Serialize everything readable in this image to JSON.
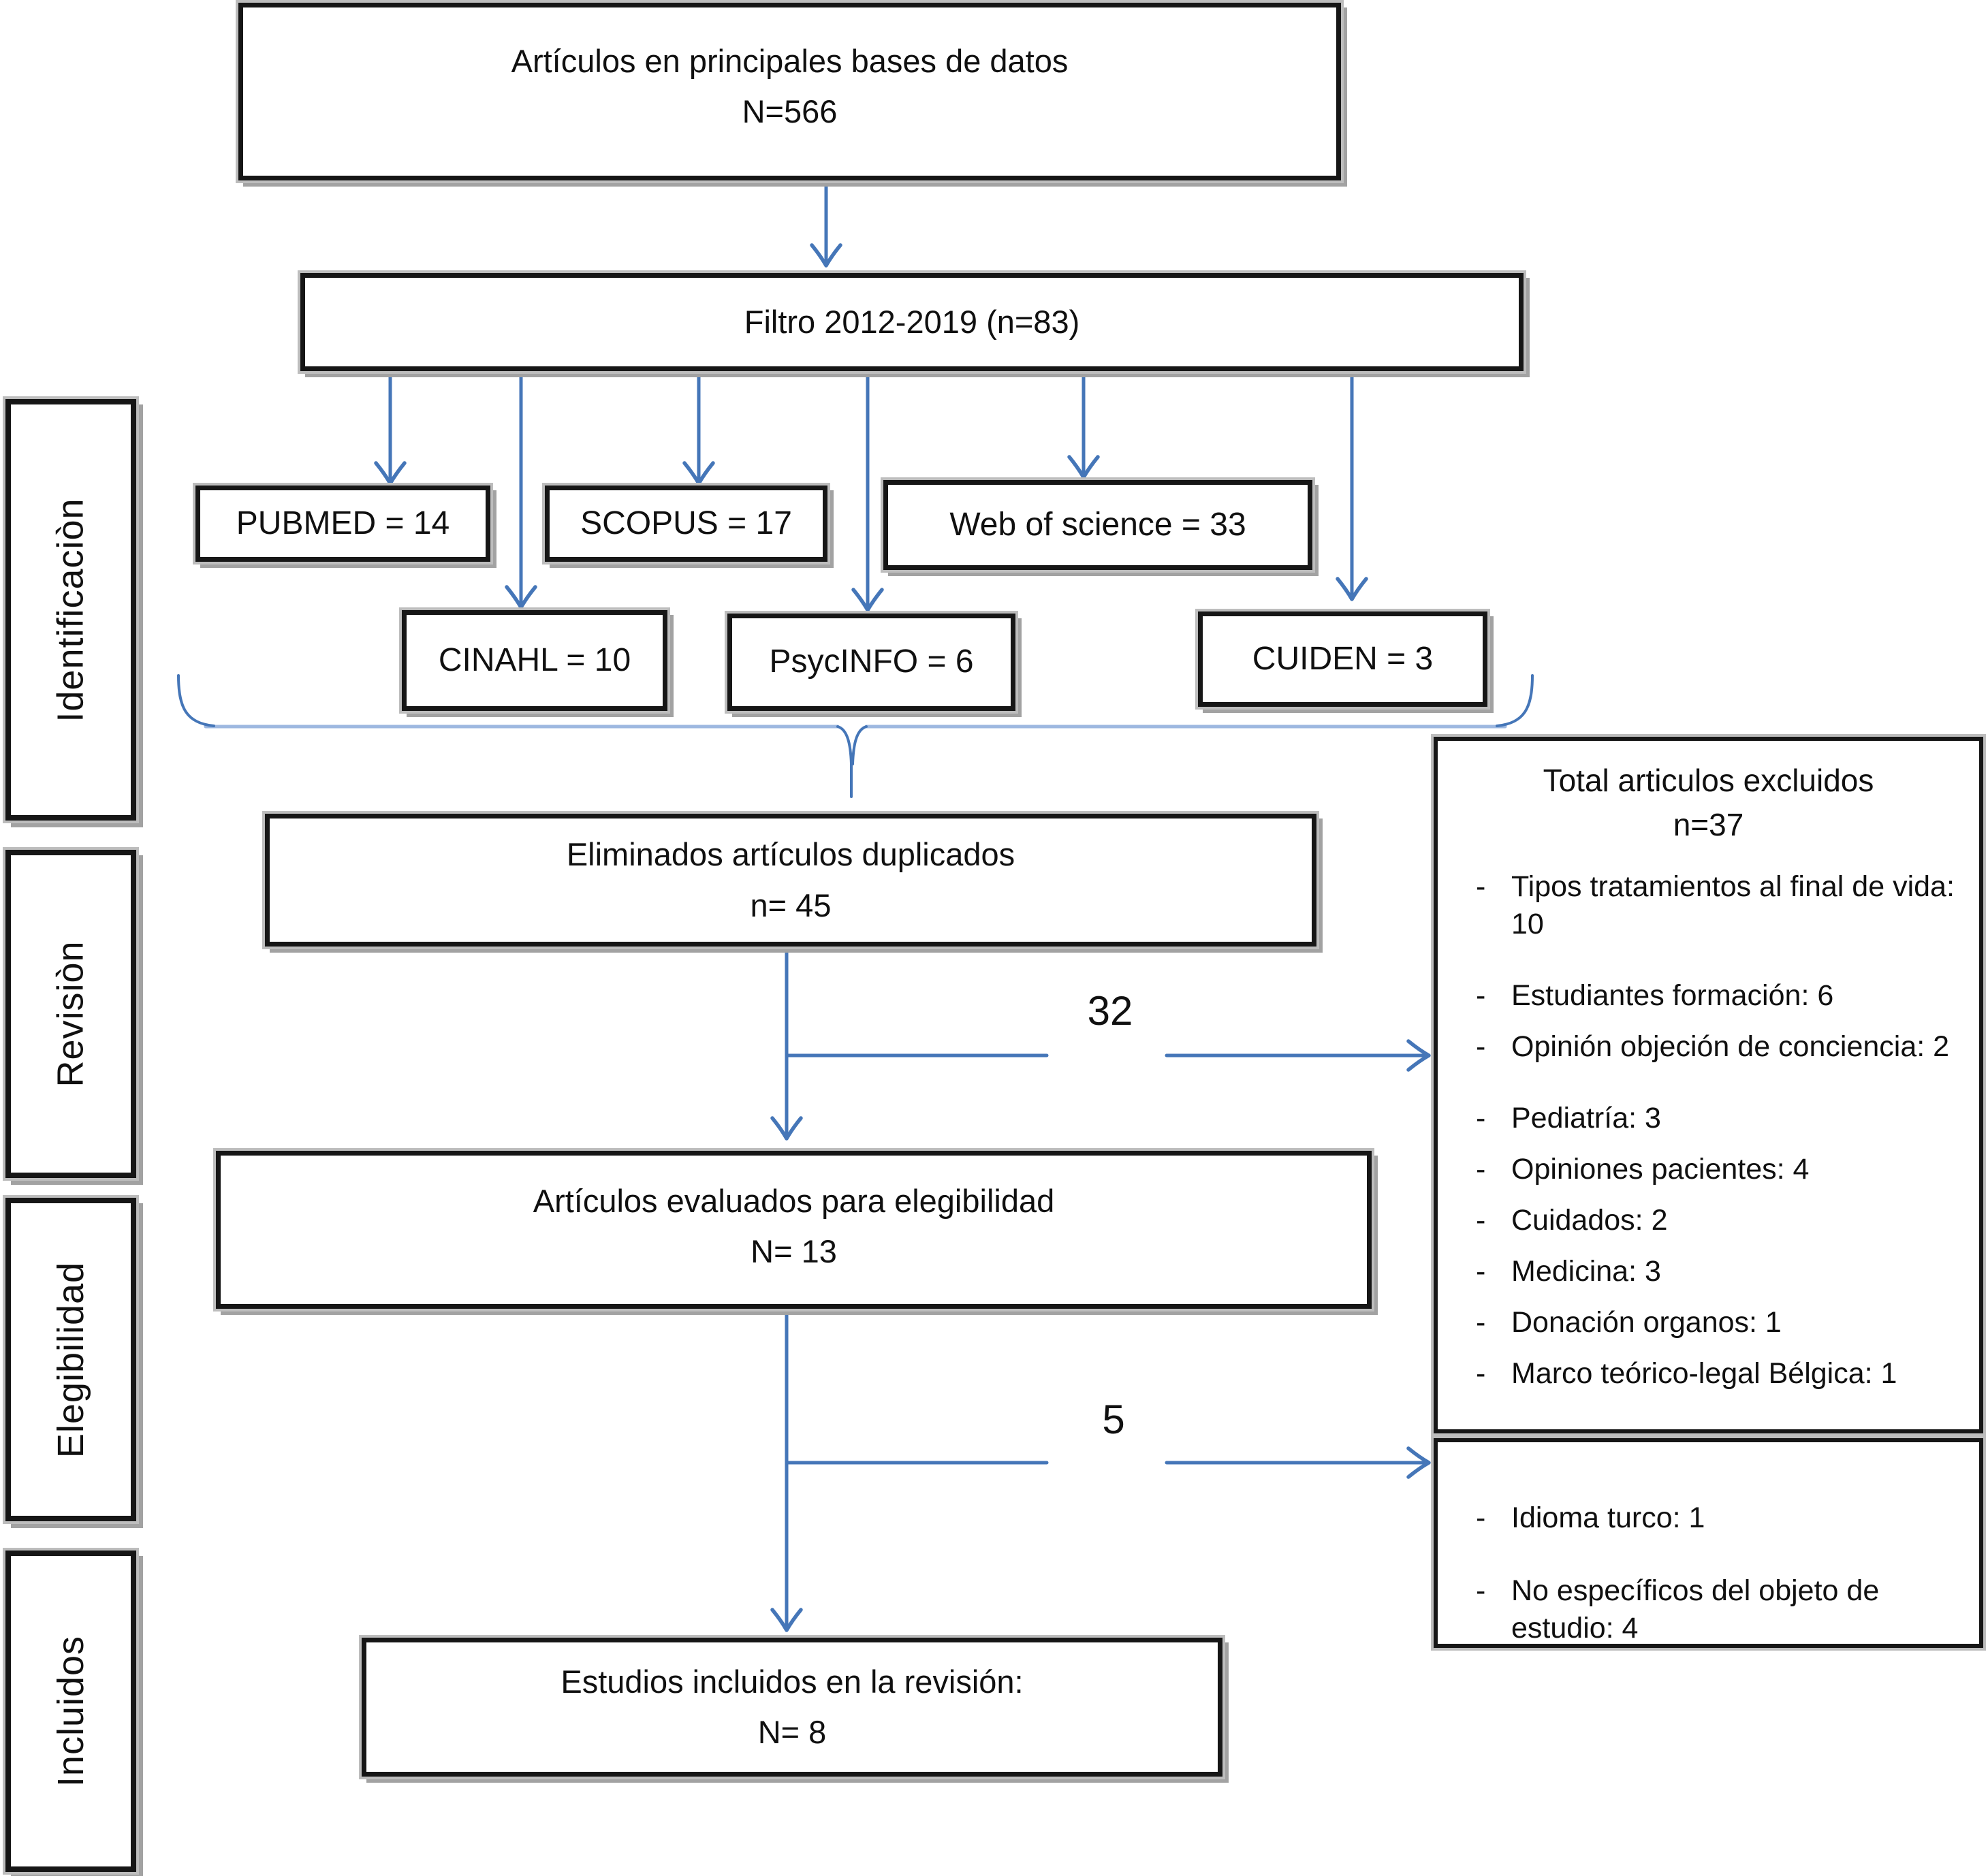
{
  "flowchart": {
    "top_box": {
      "line1": "Artículos en principales bases de datos",
      "line2": "N=566"
    },
    "filter_box": {
      "label": "Filtro 2012-2019 (n=83)"
    },
    "databases": [
      {
        "label": "PUBMED = 14"
      },
      {
        "label": "SCOPUS = 17"
      },
      {
        "label": "Web of science = 33"
      },
      {
        "label": "CINAHL = 10"
      },
      {
        "label": "PsycINFO = 6"
      },
      {
        "label": "CUIDEN = 3"
      }
    ],
    "duplicates_box": {
      "line1": "Eliminados artículos duplicados",
      "line2": "n= 45"
    },
    "eligibility_box": {
      "line1": "Artículos evaluados para elegibilidad",
      "line2": "N= 13"
    },
    "included_box": {
      "line1": "Estudios incluidos en la revisión:",
      "line2": "N= 8"
    },
    "excluded_flow_count": "32",
    "not_specific_flow_count": "5",
    "stages": [
      {
        "label": "Identificaciòn"
      },
      {
        "label": "Revisiòn"
      },
      {
        "label": "Elegibilidad"
      },
      {
        "label": "Incluidos"
      }
    ],
    "exclusions_box": {
      "title_line1": "Total articulos excluidos",
      "title_line2": "n=37",
      "items": [
        "Tipos tratamientos al final de vida: 10",
        "Estudiantes formación: 6",
        "Opinión objeción de conciencia: 2",
        "Pediatría: 3",
        "Opiniones pacientes: 4",
        "Cuidados: 2",
        "Medicina: 3",
        "Donación organos: 1",
        "Marco teórico-legal Bélgica: 1"
      ]
    },
    "secondary_exclusions_box": {
      "items": [
        "Idioma turco: 1",
        "No específicos del objeto de estudio: 4"
      ]
    }
  },
  "colors": {
    "arrow": "#4576b8",
    "brace": "#9db8e0",
    "brace_accent": "#4576b8",
    "box_border": "#161616",
    "box_halo": "#bdbdbd",
    "box_shadow": "#a2a2a2",
    "text": "#101010"
  }
}
